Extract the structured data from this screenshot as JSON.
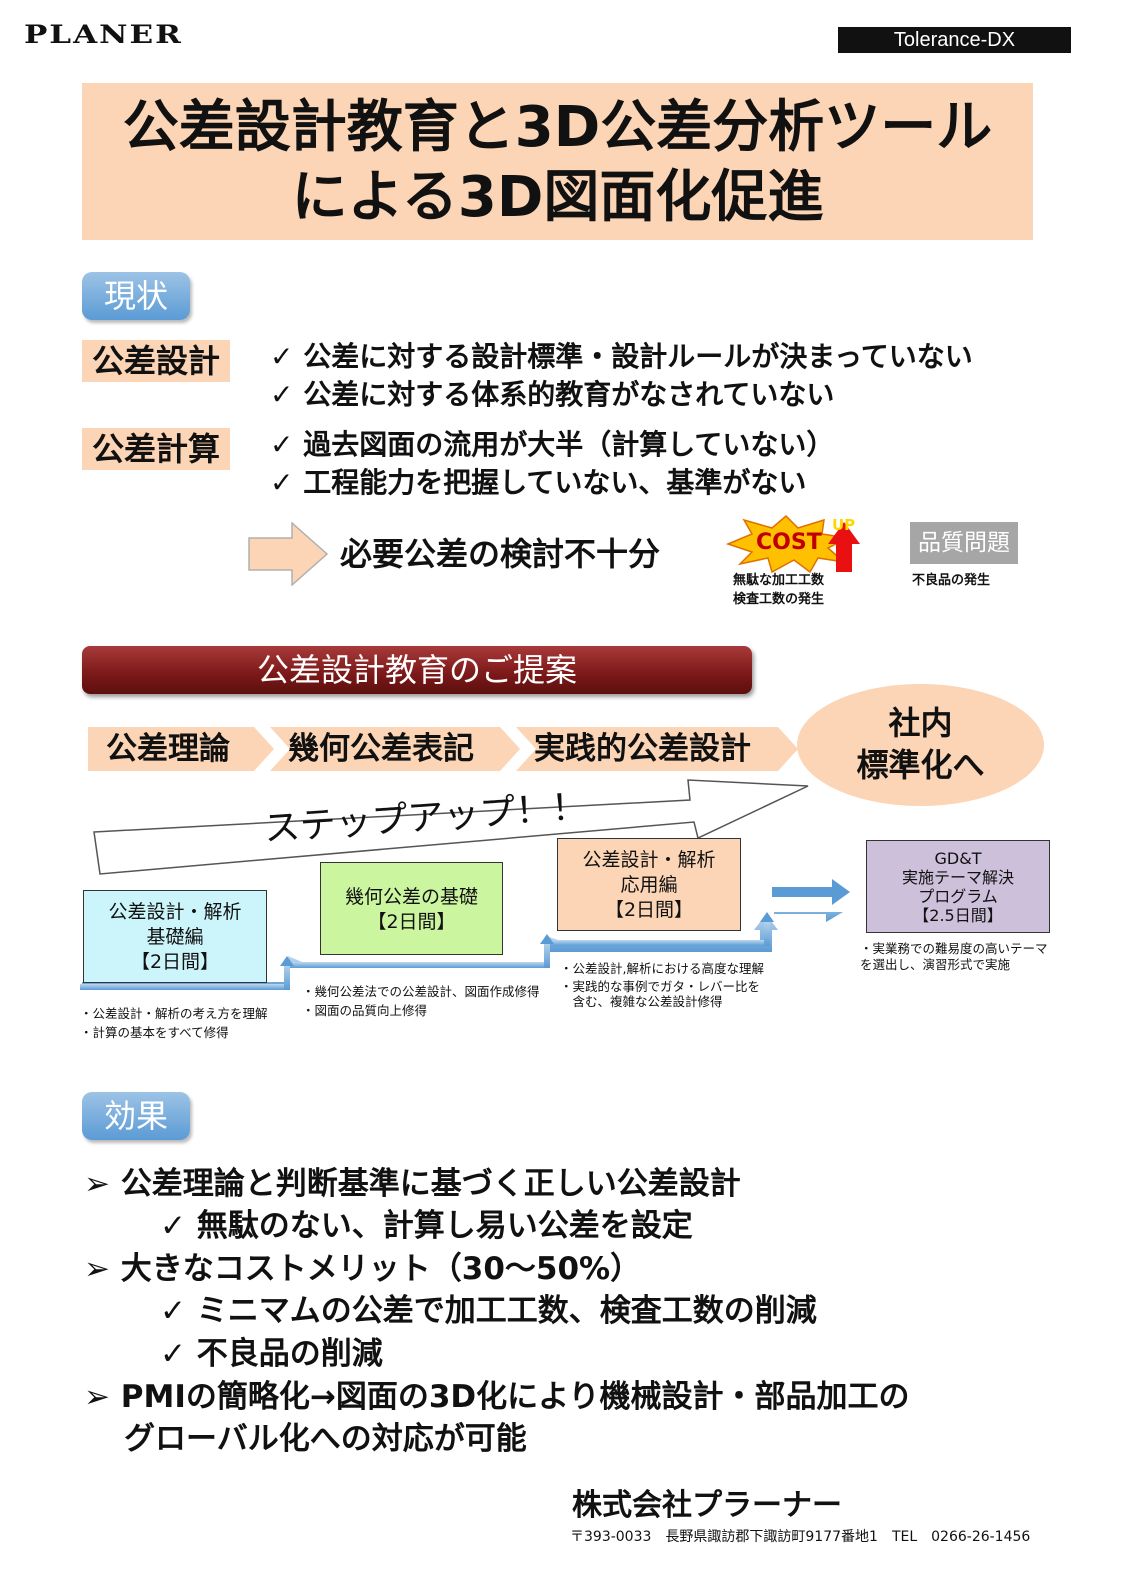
{
  "header": {
    "logo": "PLANER",
    "tag": "Tolerance-DX"
  },
  "title": {
    "line1": "公差設計教育と3D公差分析ツール",
    "line2": "による3D図面化促進"
  },
  "current": {
    "heading": "現状",
    "groups": [
      {
        "label": "公差設計",
        "items": [
          "✓ 公差に対する設計標準・設計ルールが決まっていない",
          "✓ 公差に対する体系的教育がなされていない"
        ]
      },
      {
        "label": "公差計算",
        "items": [
          "✓ 過去図面の流用が大半（計算していない）",
          "✓ 工程能力を把握していない、基準がない"
        ]
      }
    ],
    "conclusion": "必要公差の検討不十分",
    "cost_badge": {
      "text": "COST",
      "up": "UP",
      "note1": "無駄な加工工数",
      "note2": "検査工数の発生"
    },
    "quality_badge": {
      "text": "品質問題",
      "note": "不良品の発生"
    }
  },
  "proposal": {
    "heading": "公差設計教育のご提案",
    "steps": [
      "公差理論",
      "幾何公差表記",
      "実践的公差設計"
    ],
    "goal": {
      "line1": "社内",
      "line2": "標準化へ"
    },
    "stepup": "ステップアップ！！",
    "courses": [
      {
        "lines": [
          "公差設計・解析",
          "基礎編",
          "【2日間】"
        ],
        "notes": [
          "・公差設計・解析の考え方を理解",
          "・計算の基本をすべて修得"
        ],
        "color": "#ccf5fb"
      },
      {
        "lines": [
          "幾何公差の基礎",
          "【2日間】"
        ],
        "notes": [
          "・幾何公差法での公差設計、図面作成修得",
          "・図面の品質向上修得"
        ],
        "color": "#ccf5a0"
      },
      {
        "lines": [
          "公差設計・解析",
          "応用編",
          "【2日間】"
        ],
        "notes": [
          "・公差設計,解析における高度な理解",
          "・実践的な事例でガタ・レバー比を",
          "　含む、複雑な公差設計修得"
        ],
        "color": "#fbd5b5"
      },
      {
        "lines": [
          "GD&T",
          "実施テーマ解決",
          "プログラム",
          "【2.5日間】"
        ],
        "notes": [
          "・実業務での難易度の高いテーマ",
          "を選出し、演習形式で実施"
        ],
        "color": "#ccc0da"
      }
    ]
  },
  "effects": {
    "heading": "効果",
    "lines": [
      {
        "marker": "➢",
        "text": "公差理論と判断基準に基づく正しい公差設計",
        "level": 0
      },
      {
        "marker": "✓",
        "text": "無駄のない、計算し易い公差を設定",
        "level": 1
      },
      {
        "marker": "➢",
        "text": "大きなコストメリット（30～50%）",
        "level": 0
      },
      {
        "marker": "✓",
        "text": "ミニマムの公差で加工工数、検査工数の削減",
        "level": 1
      },
      {
        "marker": "✓",
        "text": "不良品の削減",
        "level": 1
      },
      {
        "marker": "➢",
        "text": "PMIの簡略化→図面の3D化により機械設計・部品加工の",
        "level": 0
      },
      {
        "marker": "",
        "text": "グローバル化への対応が可能",
        "level": 0
      }
    ]
  },
  "footer": {
    "company": "株式会社プラーナー",
    "address": "〒393-0033　長野県諏訪郡下諏訪町9177番地1　TEL　0266-26-1456"
  },
  "colors": {
    "accent_peach": "#fbd5b5",
    "pill_blue": "#5b9bd5",
    "proposal_red": "#7b1818"
  }
}
